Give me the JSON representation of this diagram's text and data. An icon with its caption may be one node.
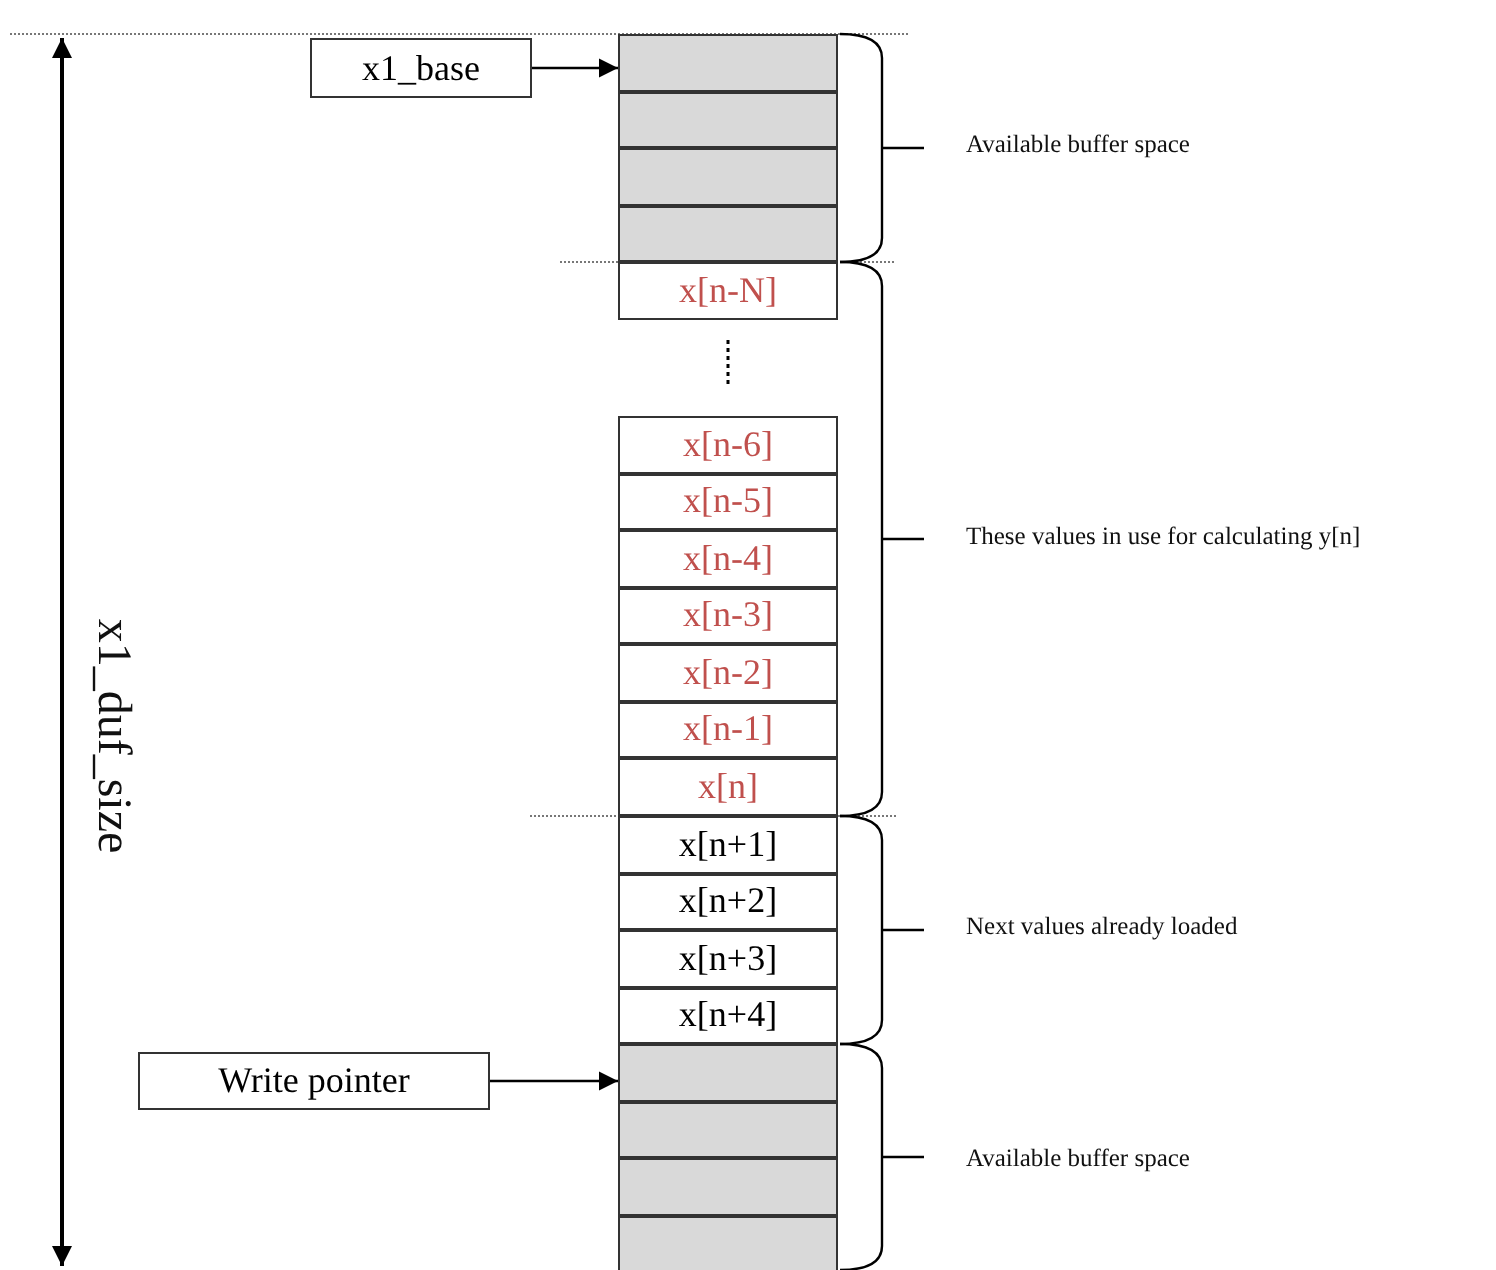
{
  "diagram": {
    "nodes": [
      {
        "text": [
          "x1_base"
        ]
      },
      {
        "text": [],
        "shape": "box"
      },
      {
        "text": [],
        "shape": "box"
      },
      {
        "text": [],
        "shape": "box"
      },
      {
        "text": [],
        "shape": "box"
      },
      {
        "text": [
          "x[n-N]"
        ]
      },
      {
        "text": [
          "x[n-6]"
        ]
      },
      {
        "text": [
          "x[n-5]"
        ]
      },
      {
        "text": [
          "x[n-4]"
        ]
      },
      {
        "text": [
          "x[n-3]"
        ]
      },
      {
        "text": [
          "x[n-2]"
        ]
      },
      {
        "text": [
          "x[n-1]"
        ]
      },
      {
        "text": [
          "x[n]"
        ]
      },
      {
        "text": [
          "x[n+1]"
        ]
      },
      {
        "text": [
          "x[n+2]"
        ]
      },
      {
        "text": [
          "x[n+3]"
        ]
      },
      {
        "text": [
          "x[n+4]"
        ]
      },
      {
        "text": [
          "Write pointer"
        ]
      },
      {
        "text": [],
        "shape": "box"
      },
      {
        "text": [],
        "shape": "box"
      },
      {
        "text": [],
        "shape": "box"
      },
      {
        "text": [],
        "shape": "box"
      }
    ],
    "edges": [
      {
        "from": 0,
        "to": 1,
        "arrow": "to"
      },
      {
        "from": 17,
        "to": 18,
        "arrow": "to"
      }
    ],
    "labels": [
      "x1_duf_size",
      "Available buffer space",
      "These values in use for calculating y[n]",
      "Next values already loaded",
      "Available buffer space"
    ]
  }
}
